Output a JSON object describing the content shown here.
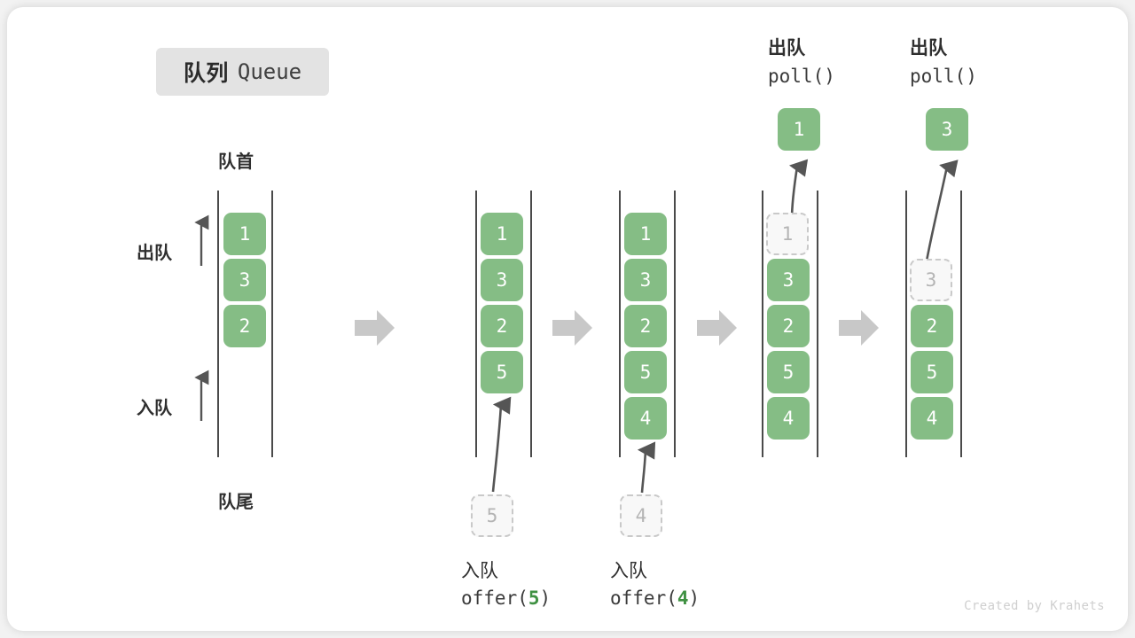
{
  "title": {
    "cn": "队列",
    "en": "Queue"
  },
  "legend": {
    "front": "队首",
    "rear": "队尾",
    "dequeue_arrow": "出队",
    "enqueue_arrow": "入队"
  },
  "colors": {
    "cell_fill": "#85bd85",
    "cell_text": "#ffffff",
    "ghost_fill": "#f8f8f8",
    "ghost_border": "#c9c9c9",
    "ghost_text": "#b4b4b4",
    "rail": "#4a4a4a",
    "arrow_gray": "#cccccc",
    "curve_arrow": "#555555",
    "accent_green": "#3f9142",
    "title_chip_bg": "#e3e3e3",
    "text": "#2f2f2f"
  },
  "stages": [
    {
      "id": "initial",
      "cells": [
        "1",
        "3",
        "2"
      ],
      "ghost_index": null,
      "ghost_value": null,
      "caption_cn": "",
      "caption_code": "",
      "incoming_value": null,
      "popped_value": null,
      "top_label_cn": "",
      "top_label_code": ""
    },
    {
      "id": "offer-5",
      "cells": [
        "1",
        "3",
        "2",
        "5"
      ],
      "ghost_index": null,
      "ghost_value": null,
      "caption_cn": "入队",
      "caption_code_pre": "offer(",
      "caption_code_arg": "5",
      "caption_code_post": ")",
      "incoming_value": "5",
      "popped_value": null,
      "top_label_cn": "",
      "top_label_code": ""
    },
    {
      "id": "offer-4",
      "cells": [
        "1",
        "3",
        "2",
        "5",
        "4"
      ],
      "ghost_index": null,
      "ghost_value": null,
      "caption_cn": "入队",
      "caption_code_pre": "offer(",
      "caption_code_arg": "4",
      "caption_code_post": ")",
      "incoming_value": "4",
      "popped_value": null,
      "top_label_cn": "",
      "top_label_code": ""
    },
    {
      "id": "poll-1",
      "cells": [
        "1",
        "3",
        "2",
        "5",
        "4"
      ],
      "ghost_index": 0,
      "ghost_value": "1",
      "caption_cn": "",
      "caption_code": "",
      "incoming_value": null,
      "popped_value": "1",
      "top_label_cn": "出队",
      "top_label_code": "poll()"
    },
    {
      "id": "poll-3",
      "cells": [
        "",
        "3",
        "2",
        "5",
        "4"
      ],
      "ghost_index": 1,
      "ghost_value": "3",
      "caption_cn": "",
      "caption_code": "",
      "incoming_value": null,
      "popped_value": "3",
      "top_label_cn": "出队",
      "top_label_code": "poll()"
    }
  ],
  "credit": "Created by Krahets"
}
